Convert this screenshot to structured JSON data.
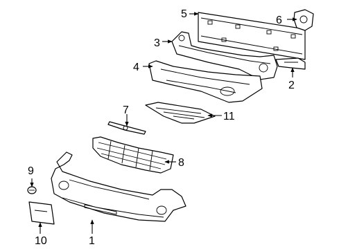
{
  "callouts": [
    {
      "id": "1",
      "label": "1",
      "part": "front-bumper-cover"
    },
    {
      "id": "2",
      "label": "2",
      "part": "side-bracket"
    },
    {
      "id": "3",
      "label": "3",
      "part": "upper-mount-bracket"
    },
    {
      "id": "4",
      "label": "4",
      "part": "energy-absorber"
    },
    {
      "id": "5",
      "label": "5",
      "part": "impact-bar"
    },
    {
      "id": "6",
      "label": "6",
      "part": "reinforcement-bracket"
    },
    {
      "id": "7",
      "label": "7",
      "part": "grille-molding"
    },
    {
      "id": "8",
      "label": "8",
      "part": "grille"
    },
    {
      "id": "9",
      "label": "9",
      "part": "tow-hook-cap"
    },
    {
      "id": "10",
      "label": "10",
      "part": "license-plate-bracket"
    },
    {
      "id": "11",
      "label": "11",
      "part": "lower-air-deflector"
    }
  ]
}
